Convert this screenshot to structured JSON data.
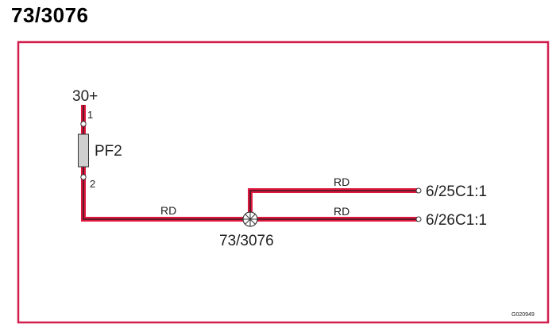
{
  "title": "73/3076",
  "colors": {
    "frame": "#d21f4e",
    "wire_fill": "#e0173f",
    "wire_core": "#1a1a1a",
    "fuse_fill": "#cfcfcf"
  },
  "supply": {
    "label": "30+"
  },
  "fuse": {
    "label": "PF2",
    "pin_top": "1",
    "pin_bottom": "2"
  },
  "wires": {
    "supply_wire_color": "RD",
    "branch_upper_color": "RD",
    "branch_lower_color": "RD"
  },
  "splice": {
    "label": "73/3076"
  },
  "connectors": {
    "upper": "6/25C1:1",
    "lower": "6/26C1:1"
  },
  "figure_code": "G020949"
}
